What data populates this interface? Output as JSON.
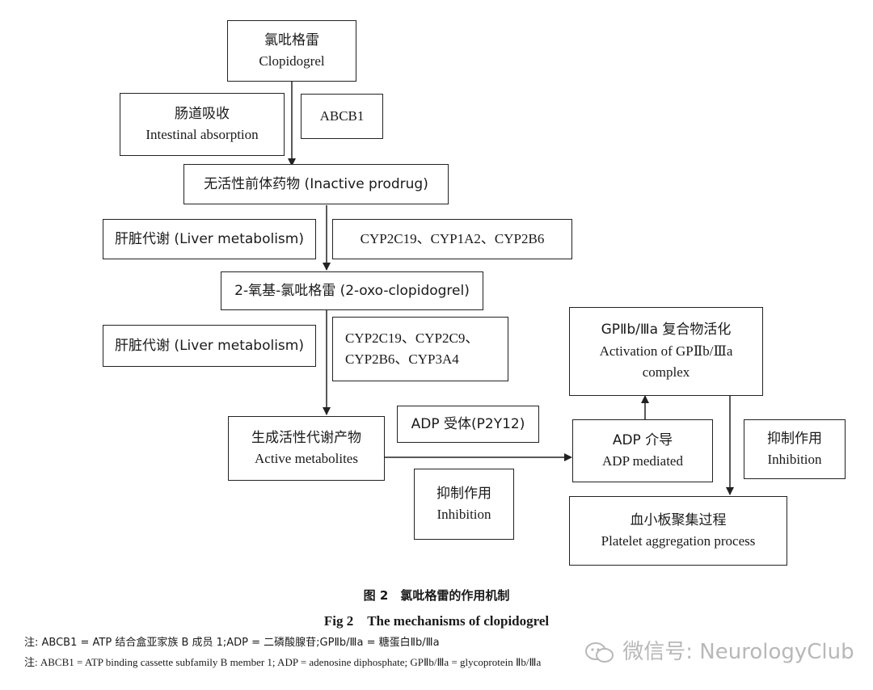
{
  "boxes": {
    "clopidogrel": {
      "zh": "氯吡格雷",
      "en": "Clopidogrel"
    },
    "intestinal": {
      "zh": "肠道吸收",
      "en": "Intestinal absorption"
    },
    "abcb1": {
      "text": "ABCB1"
    },
    "prodrug": {
      "text": "无活性前体药物 (Inactive prodrug)"
    },
    "liver1": {
      "text": "肝脏代谢 (Liver metabolism)"
    },
    "cyp1": {
      "text": "CYP2C19、CYP1A2、CYP2B6"
    },
    "oxo": {
      "text": "2-氧基-氯吡格雷 (2-oxo-clopidogrel)"
    },
    "liver2": {
      "text": "肝脏代谢 (Liver metabolism)"
    },
    "cyp2": {
      "line1": "CYP2C19、CYP2C9、",
      "line2": "CYP2B6、CYP3A4"
    },
    "active": {
      "zh": "生成活性代谢产物",
      "en": "Active metabolites"
    },
    "adp_receptor": {
      "text": "ADP 受体(P2Y12)"
    },
    "inhibition1": {
      "zh": "抑制作用",
      "en": "Inhibition"
    },
    "adp_mediated": {
      "zh": "ADP 介导",
      "en": "ADP mediated"
    },
    "gp_activation": {
      "zh": "GPⅡb/Ⅲa 复合物活化",
      "en1": "Activation of GPⅡb/Ⅲa",
      "en2": "complex"
    },
    "inhibition2": {
      "zh": "抑制作用",
      "en": "Inhibition"
    },
    "platelet": {
      "zh": "血小板聚集过程",
      "en": "Platelet aggregation process"
    }
  },
  "caption": {
    "zh": "图 2　氯吡格雷的作用机制",
    "en": "Fig 2　The mechanisms of clopidogrel"
  },
  "notes": {
    "zh": "注: ABCB1 = ATP 结合盒亚家族 B 成员 1;ADP = 二磷酸腺苷;GPⅡb/Ⅲa = 糖蛋白Ⅱb/Ⅲa",
    "en": "注: ABCB1 = ATP binding cassette subfamily B member 1; ADP = adenosine diphosphate; GPⅡb/Ⅲa = glycoprotein Ⅱb/Ⅲa"
  },
  "watermark": {
    "icon": "wechat-icon",
    "text": "微信号: NeurologyClub"
  }
}
